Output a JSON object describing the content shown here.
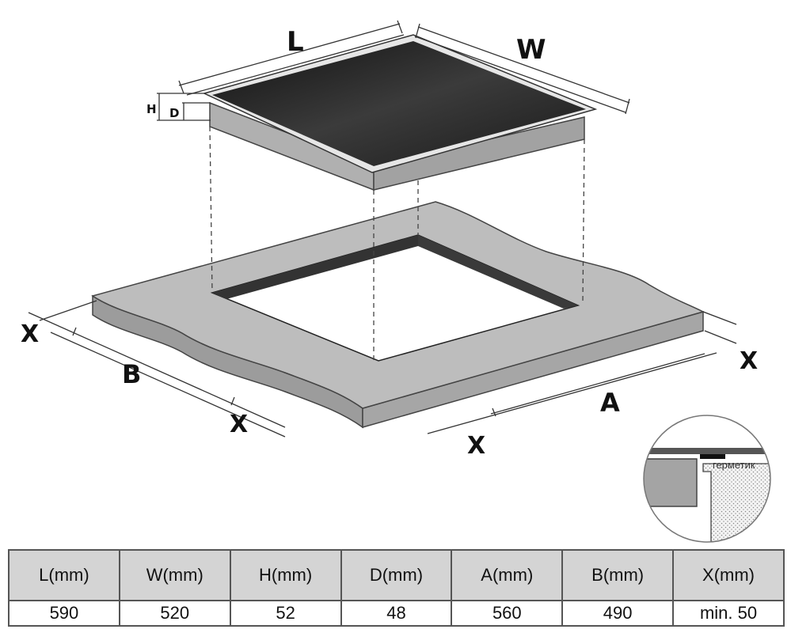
{
  "labels": {
    "L": "L",
    "W": "W",
    "H": "H",
    "D": "D",
    "A": "A",
    "B": "B",
    "X": "X"
  },
  "inset": {
    "sealant_label": "герметик"
  },
  "table": {
    "headers": [
      "L(mm)",
      "W(mm)",
      "H(mm)",
      "D(mm)",
      "A(mm)",
      "B(mm)",
      "X(mm)"
    ],
    "values": [
      "590",
      "520",
      "52",
      "48",
      "560",
      "490",
      "min. 50"
    ]
  },
  "colors": {
    "glass_top": "#2a2a2a",
    "hob_frame": "#a9a9a9",
    "countertop": "#bdbdbd",
    "countertop_edge": "#9a9a9a",
    "cutout_inner": "#333333",
    "table_header_bg": "#d4d4d4"
  }
}
